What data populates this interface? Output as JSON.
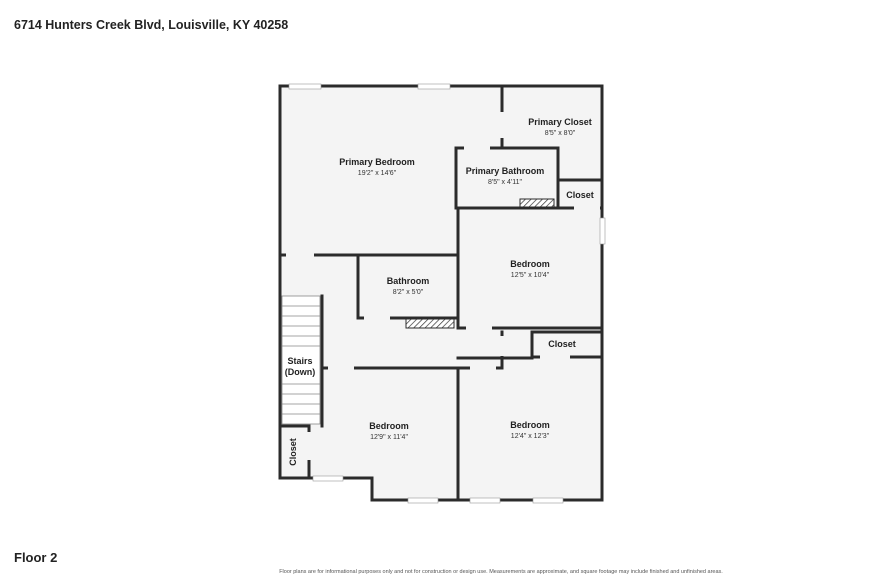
{
  "address": "6714 Hunters Creek Blvd, Louisville, KY 40258",
  "floor": "Floor 2",
  "disclaimer": "Floor plans are for informational purposes only and not for construction or design use. Measurements are approximate, and square footage may include finished and unfinished areas.",
  "rooms": {
    "primary_bedroom": {
      "name": "Primary Bedroom",
      "dims": "19'2\" x 14'6\""
    },
    "primary_closet": {
      "name": "Primary Closet",
      "dims": "8'5\" x 8'0\""
    },
    "primary_bathroom": {
      "name": "Primary Bathroom",
      "dims": "8'5\" x 4'11\""
    },
    "closet_1": {
      "name": "Closet"
    },
    "bedroom_1": {
      "name": "Bedroom",
      "dims": "12'5\" x 10'4\""
    },
    "bathroom": {
      "name": "Bathroom",
      "dims": "8'2\" x 5'0\""
    },
    "closet_2": {
      "name": "Closet"
    },
    "stairs": {
      "line1": "Stairs",
      "line2": "(Down)"
    },
    "bedroom_2": {
      "name": "Bedroom",
      "dims": "12'9\" x 11'4\""
    },
    "bedroom_3": {
      "name": "Bedroom",
      "dims": "12'4\" x 12'3\""
    },
    "closet_3": {
      "name": "Closet"
    }
  },
  "colors": {
    "wall": "#2b2b2b",
    "floor": "#f4f4f4",
    "window": "#d8d8d8"
  }
}
